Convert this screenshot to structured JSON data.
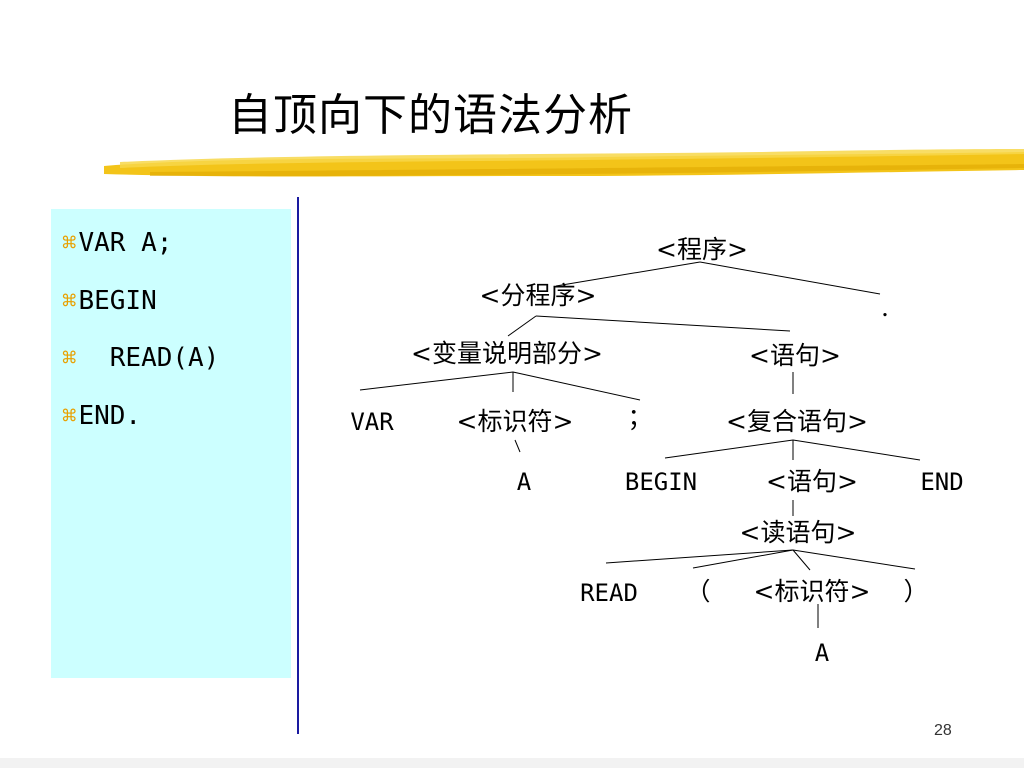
{
  "slide": {
    "title": "自顶向下的语法分析",
    "page_number": "28",
    "bullet_glyph": "⌘",
    "accent_color": "#f2c21a",
    "panel_color": "#ccffff",
    "separator_color": "#1a1aa0"
  },
  "code": {
    "lines": [
      "VAR A;",
      "BEGIN",
      "  READ(A)",
      "END."
    ]
  },
  "tree": {
    "program": "<程序>",
    "subprogram": "<分程序>",
    "dot": ".",
    "var_decl": "<变量说明部分>",
    "statement": "<语句>",
    "var_kw": "VAR",
    "ident_1": "<标识符>",
    "semicolon": "；",
    "compound": "<复合语句>",
    "a_1": "A",
    "begin_kw": "BEGIN",
    "statement_2": "<语句>",
    "end_kw": "END",
    "read_stmt": "<读语句>",
    "read_kw": "READ",
    "lparen": "（",
    "ident_2": "<标识符>",
    "rparen": "）",
    "a_2": "A"
  }
}
